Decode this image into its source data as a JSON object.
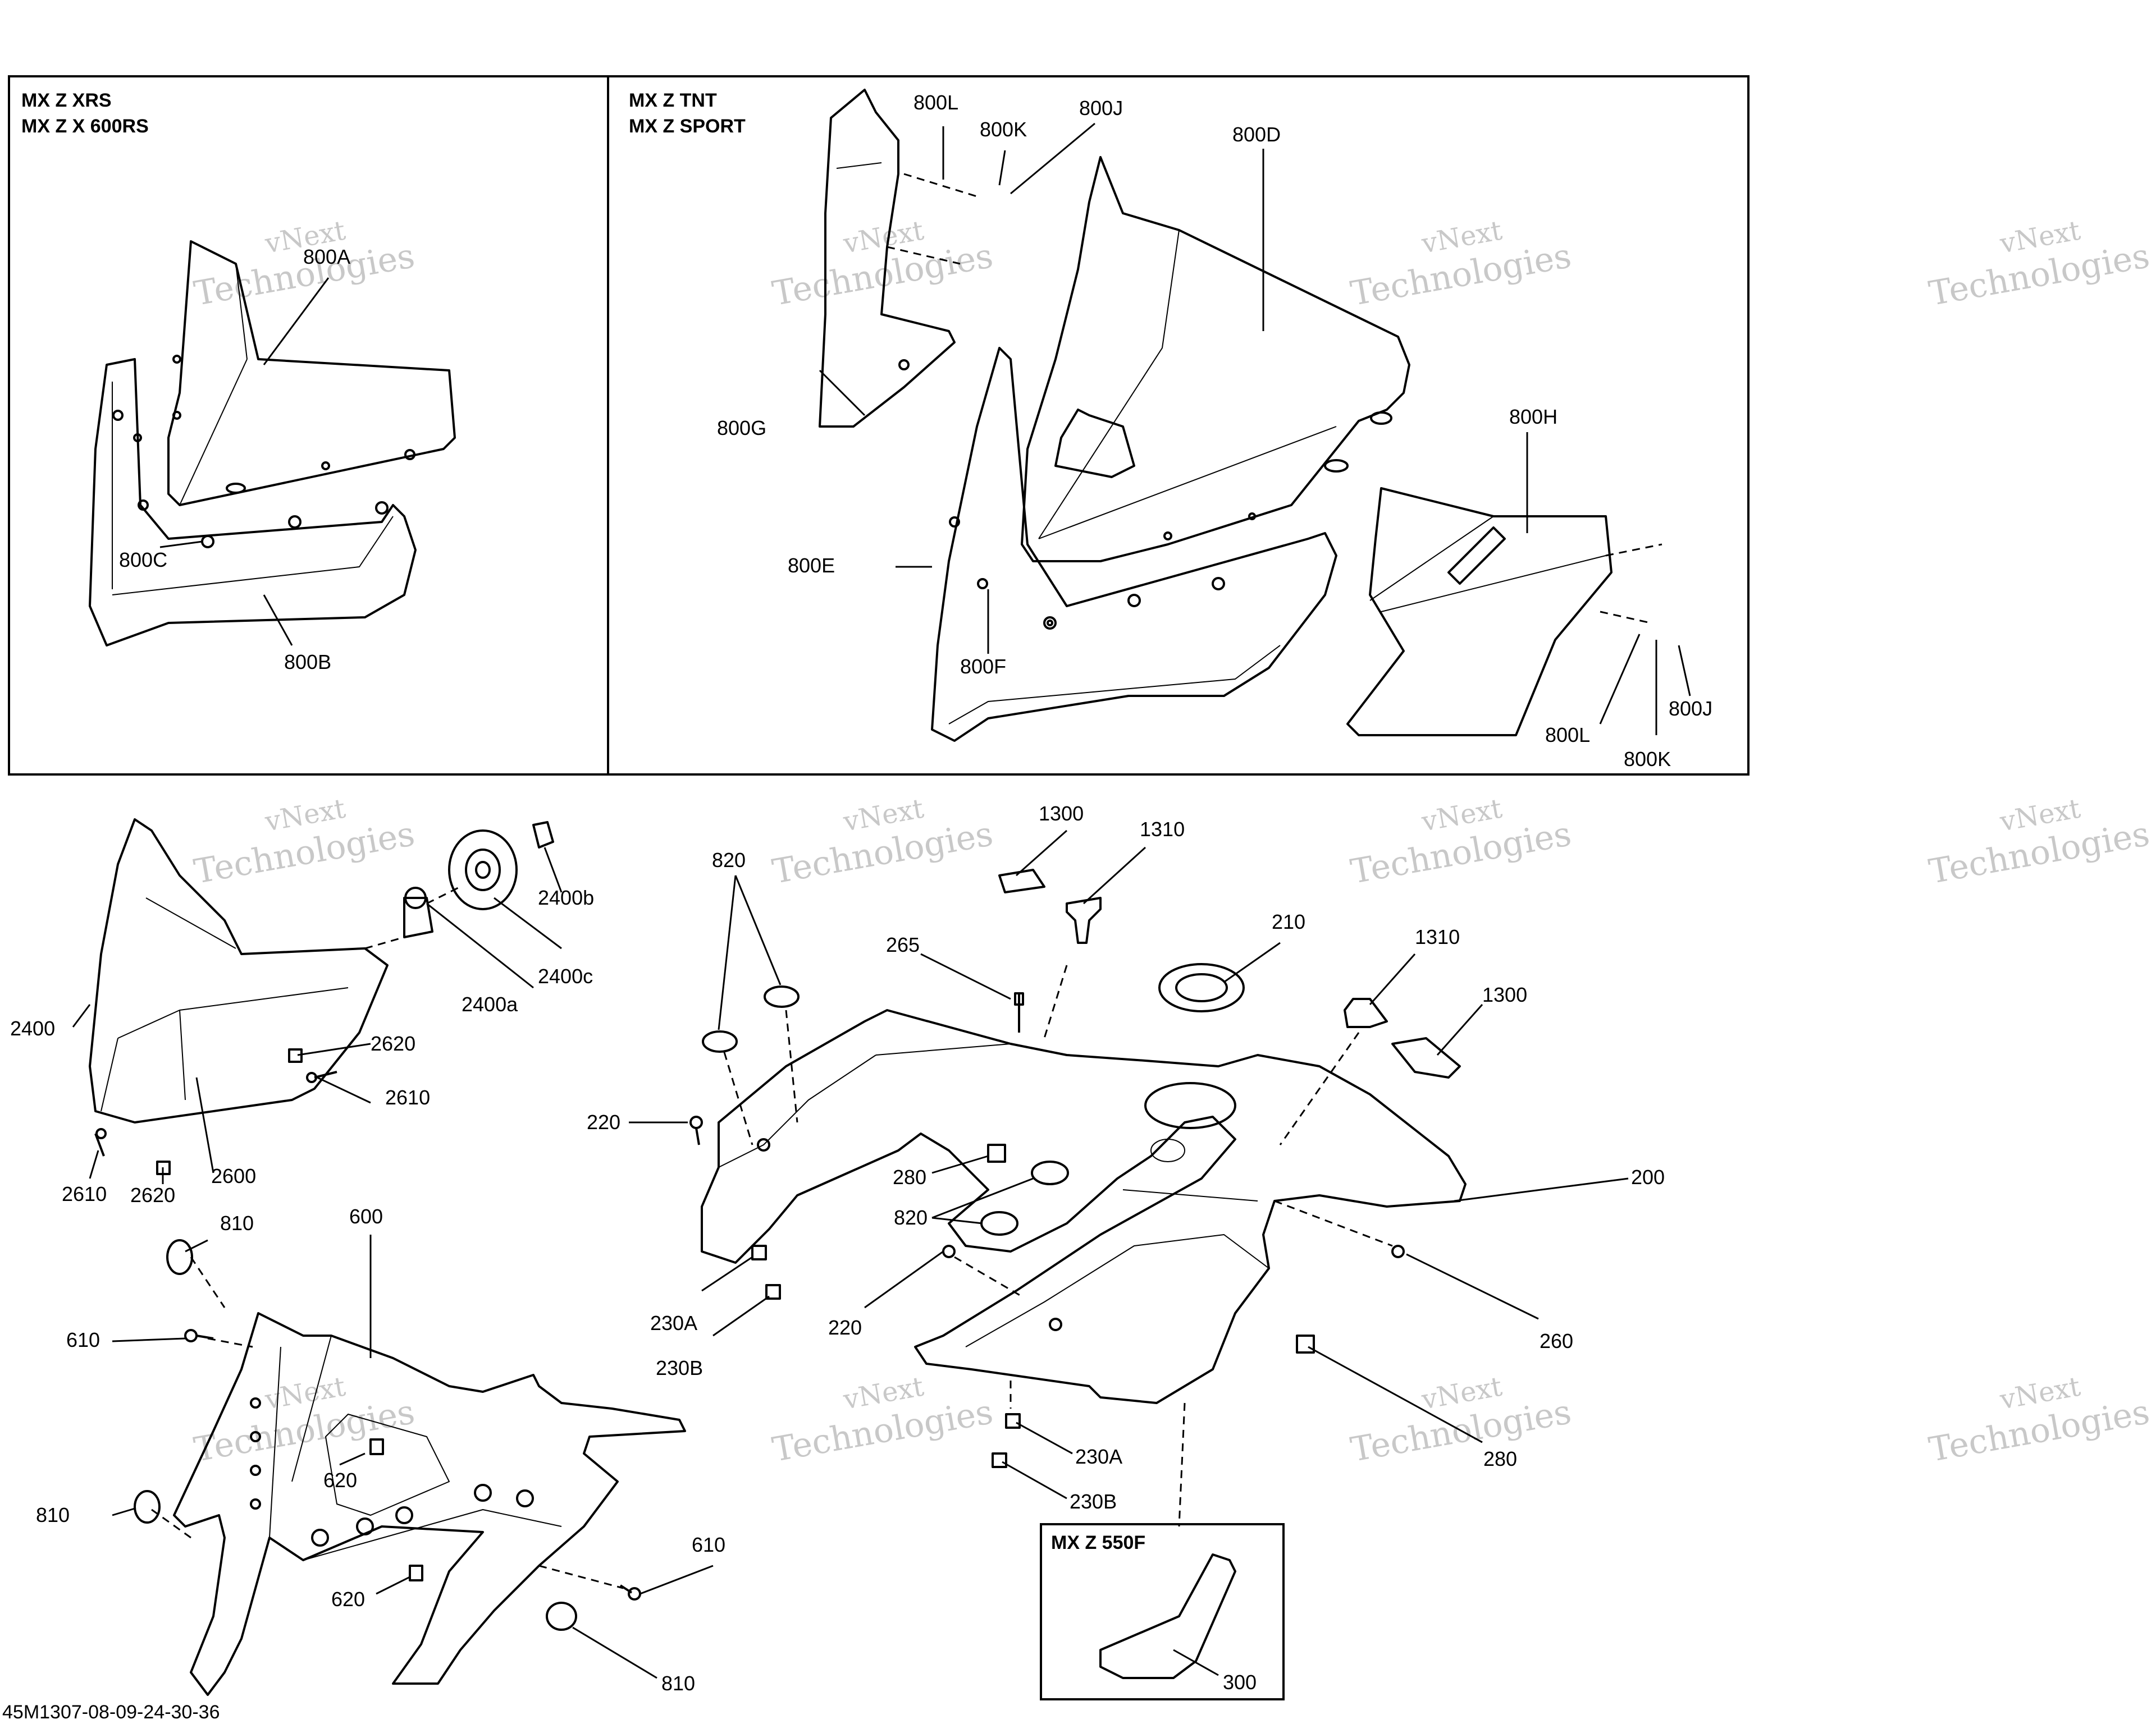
{
  "panels": {
    "xrs": {
      "lines": [
        "MX Z XRS",
        "MX Z X 600RS"
      ]
    },
    "tnt": {
      "lines": [
        "MX Z TNT",
        "MX Z SPORT"
      ]
    },
    "f550": {
      "title": "MX Z 550F"
    }
  },
  "callouts": {
    "c800A": "800A",
    "c800B": "800B",
    "c800C": "800C",
    "c800D": "800D",
    "c800E": "800E",
    "c800F": "800F",
    "c800G": "800G",
    "c800H": "800H",
    "c800J_a": "800J",
    "c800K_a": "800K",
    "c800L_a": "800L",
    "c800J_b": "800J",
    "c800K_b": "800K",
    "c800L_b": "800L",
    "c2400": "2400",
    "c2400a": "2400a",
    "c2400b": "2400b",
    "c2400c": "2400c",
    "c2600": "2600",
    "c2610_a": "2610",
    "c2610_b": "2610",
    "c2620_a": "2620",
    "c2620_b": "2620",
    "c600": "600",
    "c610_a": "610",
    "c610_b": "610",
    "c620_a": "620",
    "c620_b": "620",
    "c810_a": "810",
    "c810_b": "810",
    "c810_c": "810",
    "c820_a": "820",
    "c820_b": "820",
    "c1300_a": "1300",
    "c1300_b": "1300",
    "c1310_a": "1310",
    "c1310_b": "1310",
    "c265": "265",
    "c210": "210",
    "c200": "200",
    "c220_a": "220",
    "c220_b": "220",
    "c280_a": "280",
    "c280_b": "280",
    "c230A_a": "230A",
    "c230A_b": "230A",
    "c230B_a": "230B",
    "c230B_b": "230B",
    "c260": "260",
    "c300": "300"
  },
  "watermark": {
    "line1": "vNext",
    "line2": "Technologies"
  },
  "footer": {
    "code": "45M1307-08-09-24-30-36"
  },
  "colors": {
    "line": "#000000",
    "watermark": "#c8c8c8",
    "background": "#ffffff"
  }
}
